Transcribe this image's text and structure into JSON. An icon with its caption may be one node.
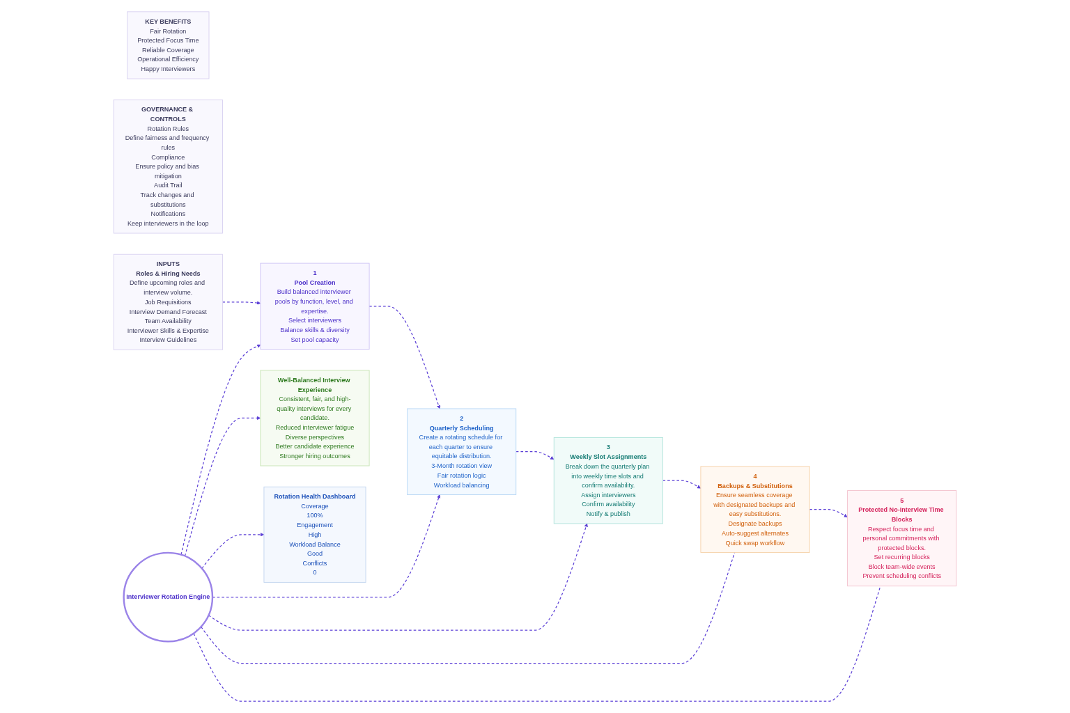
{
  "diagram": {
    "nodes": [
      {
        "text": [
          "INPUTS",
          "Roles & Hiring Needs",
          "Define upcoming roles and interview volume.",
          "Job Requisitions",
          "Interview Demand Forecast",
          "Team Availability",
          "Interviewer Skills & Expertise",
          "Interview Guidelines"
        ]
      },
      {
        "text": [
          "1",
          "Pool Creation",
          "Build balanced interviewer pools by function, level, and expertise.",
          "Select interviewers",
          "Balance skills & diversity",
          "Set pool capacity"
        ]
      },
      {
        "text": [
          "2",
          "Quarterly Scheduling",
          "Create a rotating schedule for each quarter to ensure equitable distribution.",
          "3-Month rotation view",
          "Fair rotation logic",
          "Workload balancing"
        ]
      },
      {
        "text": [
          "3",
          "Weekly Slot Assignments",
          "Break down the quarterly plan into weekly time slots and confirm availability.",
          "Assign interviewers",
          "Confirm availability",
          "Notify & publish"
        ]
      },
      {
        "text": [
          "4",
          "Backups & Substitutions",
          "Ensure seamless coverage with designated backups and easy substitutions.",
          "Designate backups",
          "Auto-suggest alternates",
          "Quick swap workflow"
        ]
      },
      {
        "text": [
          "5",
          "Protected No-Interview Time Blocks",
          "Respect focus time and personal commitments with protected blocks.",
          "Set recurring blocks",
          "Block team-wide events",
          "Prevent scheduling conflicts"
        ]
      },
      {
        "text": [
          "Well-Balanced Interview Experience",
          "Consistent, fair, and high-quality interviews for every candidate.",
          "Reduced interviewer fatigue",
          "Diverse perspectives",
          "Better candidate experience",
          "Stronger hiring outcomes"
        ]
      },
      {
        "text": [
          "Interviewer Rotation Engine"
        ]
      },
      {
        "text": [
          "Rotation Health Dashboard",
          "Coverage",
          "100%",
          "Engagement",
          "High",
          "Workload Balance",
          "Good",
          "Conflicts",
          "0"
        ]
      },
      {
        "text": [
          "GOVERNANCE & CONTROLS",
          "Rotation Rules",
          "Define fairness and frequency rules",
          "Compliance",
          "Ensure policy and bias mitigation",
          "Audit Trail",
          "Track changes and substitutions",
          "Notifications",
          "Keep interviewers in the loop"
        ]
      },
      {
        "text": [
          "KEY BENEFITS",
          "Fair Rotation",
          "Protected Focus Time",
          "Reliable Coverage",
          "Operational Efficiency",
          "Happy Interviewers"
        ]
      }
    ],
    "edges": [
      {
        "from": 0,
        "to": 1,
        "arrow": "to",
        "style": "dashed"
      },
      {
        "from": 1,
        "to": 2,
        "arrow": "to",
        "style": "dashed"
      },
      {
        "from": 2,
        "to": 3,
        "arrow": "to",
        "style": "dashed"
      },
      {
        "from": 3,
        "to": 4,
        "arrow": "to",
        "style": "dashed"
      },
      {
        "from": 4,
        "to": 5,
        "arrow": "to",
        "style": "dashed"
      },
      {
        "from": 7,
        "to": 1,
        "arrow": "to",
        "style": "dashed"
      },
      {
        "from": 7,
        "to": 2,
        "arrow": "to",
        "style": "dashed"
      },
      {
        "from": 7,
        "to": 3,
        "arrow": "to",
        "style": "dashed"
      },
      {
        "from": 7,
        "to": 4,
        "arrow": "none",
        "style": "dashed"
      },
      {
        "from": 7,
        "to": 5,
        "arrow": "none",
        "style": "dashed"
      },
      {
        "from": 7,
        "to": 6,
        "arrow": "to",
        "style": "dashed"
      },
      {
        "from": 7,
        "to": 8,
        "arrow": "to",
        "style": "dashed"
      }
    ]
  }
}
